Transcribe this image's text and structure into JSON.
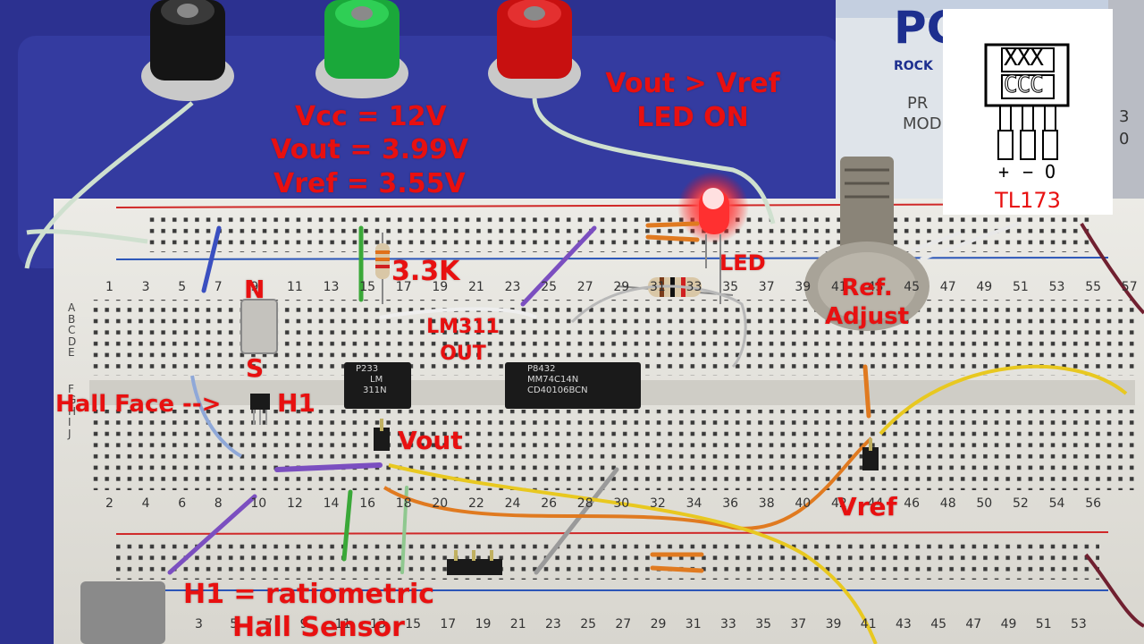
{
  "annotations": {
    "vcc": "Vcc = 12V",
    "vout_value": "Vout = 3.99V",
    "vref_value": "Vref = 3.55V",
    "led_condition_1": "Vout > Vref",
    "led_condition_2": "LED ON",
    "resistor": "3.3K",
    "led": "LED",
    "ref_adjust_1": "Ref.",
    "ref_adjust_2": "Adjust",
    "magnet_n": "N",
    "magnet_s": "S",
    "lm311_out_1": "LM311",
    "lm311_out_2": "OUT",
    "hall_face": "Hall Face -->",
    "h1": "H1",
    "vout": "Vout",
    "vref": "Vref",
    "h1_desc_1": "H1 = ratiometric",
    "h1_desc_2": "Hall Sensor"
  },
  "inset": {
    "marking_top": "XXX",
    "marking_bottom": "CCC",
    "pins": [
      "+",
      "−",
      "O"
    ],
    "part": "TL173"
  },
  "chips": {
    "lm311_line1": "P233",
    "lm311_line2": "LM",
    "lm311_line3": "311N",
    "hex_line1": "P8432",
    "hex_line2": "MM74C14N",
    "hex_line3": "CD40106BCN"
  },
  "board": {
    "brand_partial": "PC",
    "brand_sub": "ROCK",
    "model_1": "PR",
    "model_2": "MOD",
    "side_digits": [
      "3",
      "0"
    ],
    "row_letters": [
      "A",
      "B",
      "C",
      "D",
      "E",
      "F",
      "G",
      "H",
      "I",
      "J"
    ],
    "top_column_numbers": [
      "1",
      "3",
      "5",
      "7",
      "9",
      "11",
      "13",
      "15",
      "17",
      "19",
      "21",
      "23",
      "25",
      "27",
      "29",
      "31",
      "33",
      "35",
      "37",
      "39",
      "41",
      "43",
      "45",
      "47",
      "49",
      "51",
      "53",
      "55",
      "57"
    ],
    "bottom_column_numbers": [
      "2",
      "4",
      "6",
      "8",
      "10",
      "12",
      "14",
      "16",
      "18",
      "20",
      "22",
      "24",
      "26",
      "28",
      "30",
      "32",
      "34",
      "36",
      "38",
      "40",
      "42",
      "44",
      "46",
      "48",
      "50",
      "52",
      "54",
      "56"
    ],
    "rail_numbers": [
      "3",
      "5",
      "7",
      "9",
      "11",
      "13",
      "15",
      "17",
      "19",
      "21",
      "23",
      "25",
      "27",
      "29",
      "31",
      "33",
      "35",
      "37",
      "39",
      "41",
      "43",
      "45",
      "47",
      "49",
      "51",
      "53"
    ]
  }
}
